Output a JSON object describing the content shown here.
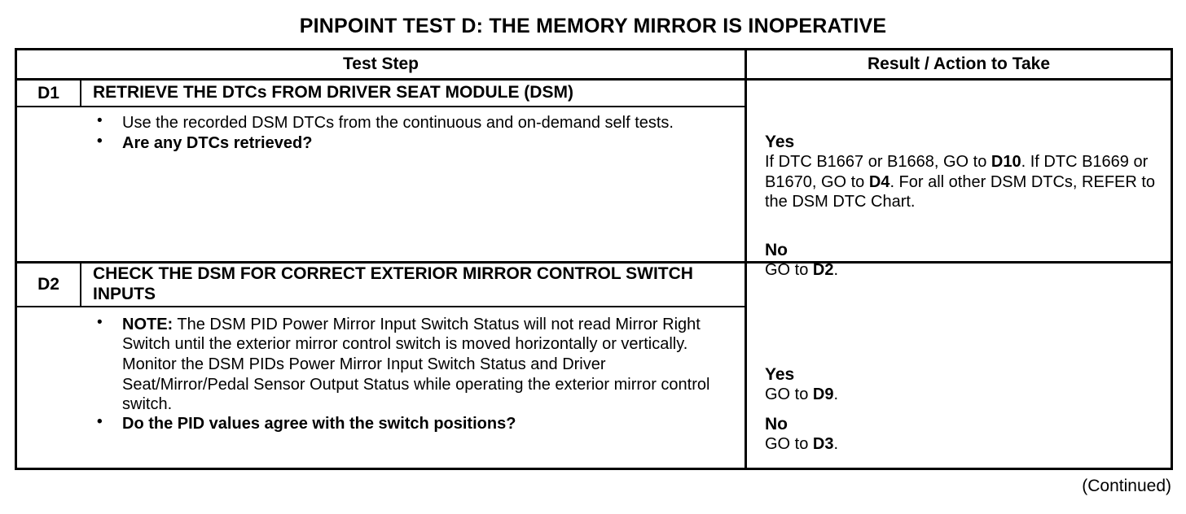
{
  "document": {
    "title": "PINPOINT TEST  D: THE MEMORY MIRROR IS INOPERATIVE",
    "footer_note": "(Continued)"
  },
  "table": {
    "headers": {
      "test_step": "Test Step",
      "result_action": "Result / Action to Take"
    },
    "rows": [
      {
        "id": "D1",
        "title": "RETRIEVE THE DTCs FROM DRIVER SEAT MODULE (DSM)",
        "body": {
          "bullet1_text": "Use the recorded DSM DTCs from the continuous and on-demand self tests.",
          "bullet2_text": "Are any DTCs retrieved?"
        },
        "result": {
          "yes_label": "Yes",
          "yes_text_1": "If DTC B1667 or B1668, GO to ",
          "yes_bold_1": "D10",
          "yes_text_2": ". If DTC B1669 or B1670, GO to ",
          "yes_bold_2": "D4",
          "yes_text_3": ". For all other DSM DTCs, REFER to the DSM DTC Chart.",
          "no_label": "No",
          "no_text_1": "GO to ",
          "no_bold_1": "D2",
          "no_text_2": "."
        }
      },
      {
        "id": "D2",
        "title": "CHECK THE DSM FOR CORRECT EXTERIOR MIRROR CONTROL SWITCH INPUTS",
        "body": {
          "bullet1_bold": "NOTE:",
          "bullet1_text": " The DSM PID Power Mirror Input Switch Status will not read Mirror Right Switch until the exterior mirror control switch is moved horizontally or vertically.",
          "para_text": "Monitor the DSM PIDs Power Mirror Input Switch Status and Driver Seat/Mirror/Pedal Sensor Output Status while operating the exterior mirror control switch.",
          "bullet2_text": "Do the PID values agree with the switch positions?"
        },
        "result": {
          "yes_label": "Yes",
          "yes_text_1": "GO to ",
          "yes_bold_1": "D9",
          "yes_text_2": ".",
          "no_label": "No",
          "no_text_1": "GO to ",
          "no_bold_1": "D3",
          "no_text_2": "."
        }
      }
    ]
  }
}
